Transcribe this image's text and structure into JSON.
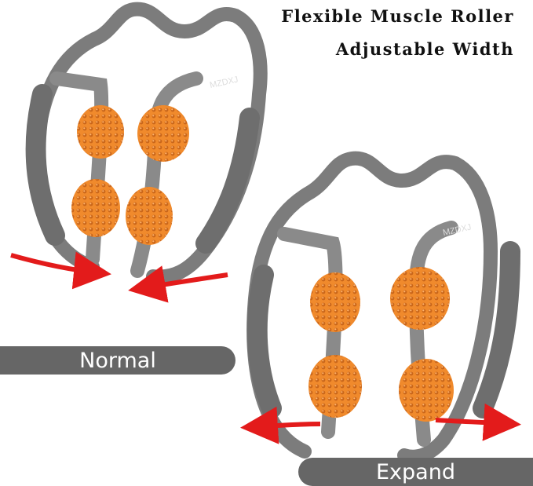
{
  "headline": {
    "line1": "Flexible Muscle Roller",
    "line2": "Adjustable Width"
  },
  "labels": {
    "normal": "Normal",
    "expand": "Expand"
  },
  "brand": "MZDXJ",
  "colors": {
    "frame": "#7c7c7c",
    "roller": "#f08a2c",
    "arrow": "#e31b1b",
    "label_bg": "#666666",
    "label_text": "#ffffff"
  }
}
